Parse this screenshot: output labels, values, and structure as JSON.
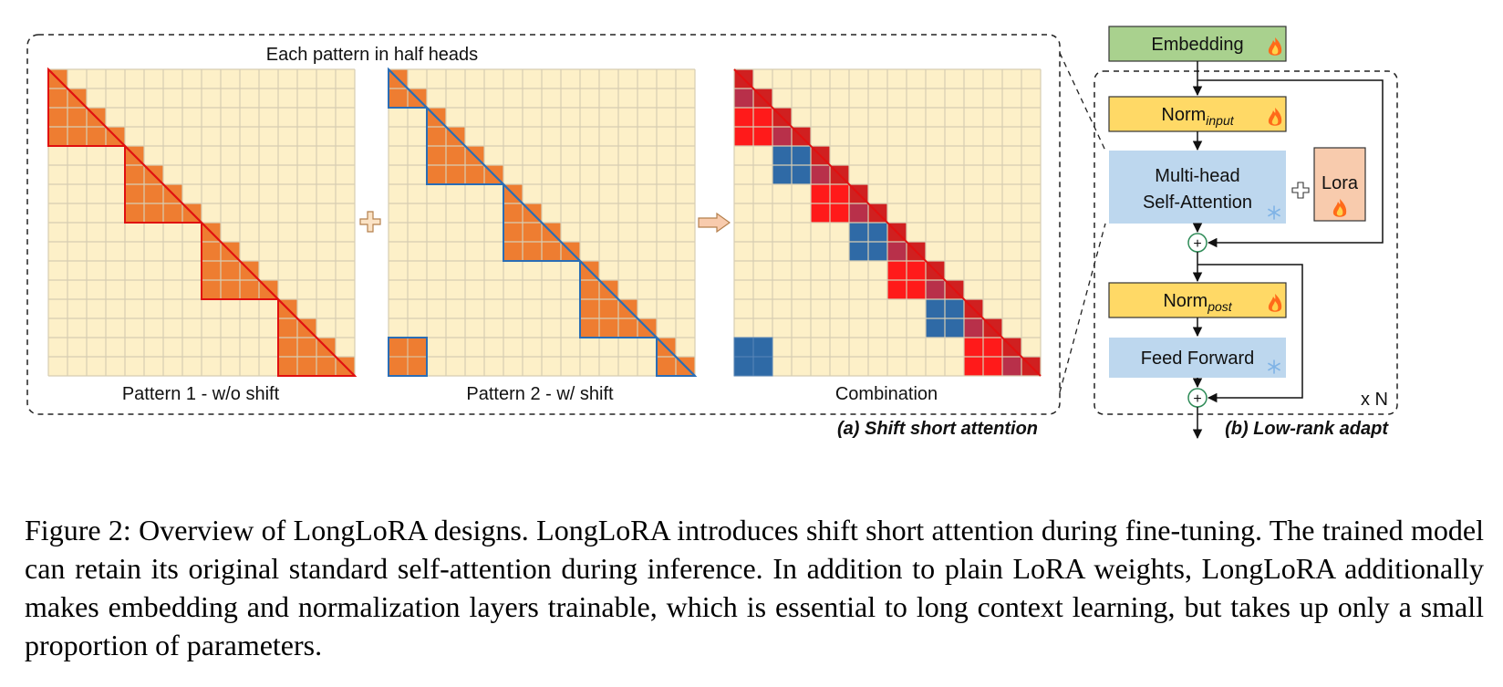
{
  "panel_a": {
    "title": "Each pattern in half heads",
    "grid_size": 16,
    "group_size": 4,
    "patterns": [
      {
        "label": "Pattern 1 - w/o shift",
        "shift": 0,
        "color": "#ee7d31",
        "outline": "#e01010"
      },
      {
        "label": "Pattern 2 - w/ shift",
        "shift": 2,
        "color": "#ee7d31",
        "outline": "#2a6db5"
      },
      {
        "label": "Combination"
      }
    ],
    "combination_colors": {
      "red": "#ff1a1a",
      "dark_red": "#d02020",
      "blue": "#2f6aa6"
    },
    "cell_bg": "#fdf0c8",
    "grid_line": "#d7cdb2",
    "caption": "(a) Shift short attention"
  },
  "panel_b": {
    "embedding": "Embedding",
    "norm_input_main": "Norm",
    "norm_input_sub": "input",
    "attention_line1": "Multi-head",
    "attention_line2": "Self-Attention",
    "lora": "Lora",
    "norm_post_main": "Norm",
    "norm_post_sub": "post",
    "feed_forward": "Feed Forward",
    "repeat": "x N",
    "caption": "(b) Low-rank adapt",
    "colors": {
      "green": "#a9d18e",
      "yellow": "#ffd966",
      "blue": "#bdd7ee",
      "lora": "#f8cbad"
    }
  },
  "caption": "Figure 2: Overview of LongLoRA designs. LongLoRA introduces shift short attention during fine-tuning. The trained model can retain its original standard self-attention during inference. In addition to plain LoRA weights, LongLoRA additionally makes embedding and normalization layers trainable, which is essential to long context learning, but takes up only a small proportion of parameters."
}
